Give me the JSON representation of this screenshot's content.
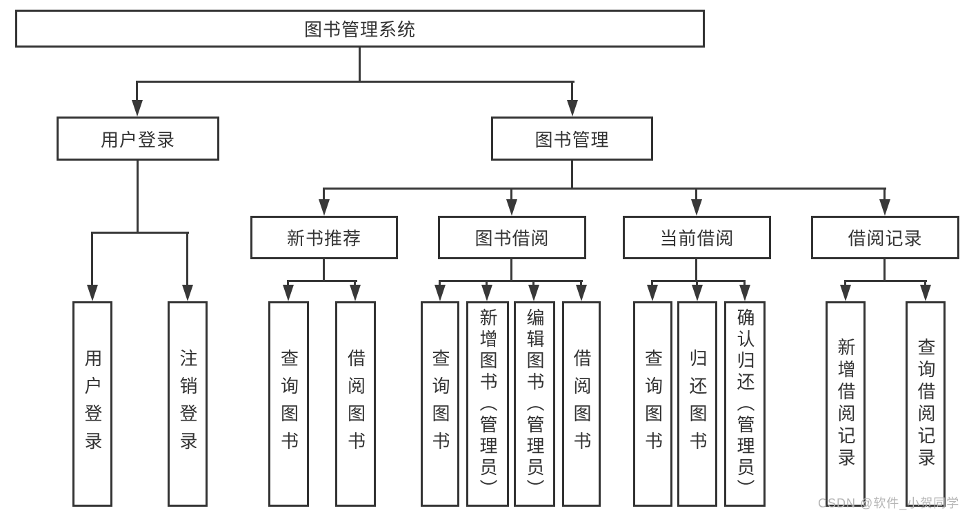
{
  "diagram": {
    "root": {
      "label": "图书管理系统"
    },
    "level2": {
      "user_login": {
        "label": "用户登录"
      },
      "book_mgmt": {
        "label": "图书管理"
      }
    },
    "level3": {
      "new_book_rec": {
        "label": "新书推荐"
      },
      "book_borrow": {
        "label": "图书借阅"
      },
      "current_borrow": {
        "label": "当前借阅"
      },
      "borrow_records": {
        "label": "借阅记录"
      }
    },
    "leaves": {
      "leaf_user_login": {
        "label": "用户登录"
      },
      "leaf_logout": {
        "label": "注销登录"
      },
      "nb_query": {
        "label": "查询图书"
      },
      "nb_borrow": {
        "label": "借阅图书"
      },
      "bb_query": {
        "label": "查询图书"
      },
      "bb_add": {
        "label": "新增图书（管理员）"
      },
      "bb_edit": {
        "label": "编辑图书（管理员）"
      },
      "bb_borrow": {
        "label": "借阅图书"
      },
      "cb_query": {
        "label": "查询图书"
      },
      "cb_return": {
        "label": "归还图书"
      },
      "cb_confirm": {
        "label": "确认归还（管理员）"
      },
      "br_add": {
        "label": "新增借阅记录"
      },
      "br_query": {
        "label": "查询借阅记录"
      }
    }
  },
  "watermark": {
    "text": "CSDN @软件_小贺同学"
  }
}
